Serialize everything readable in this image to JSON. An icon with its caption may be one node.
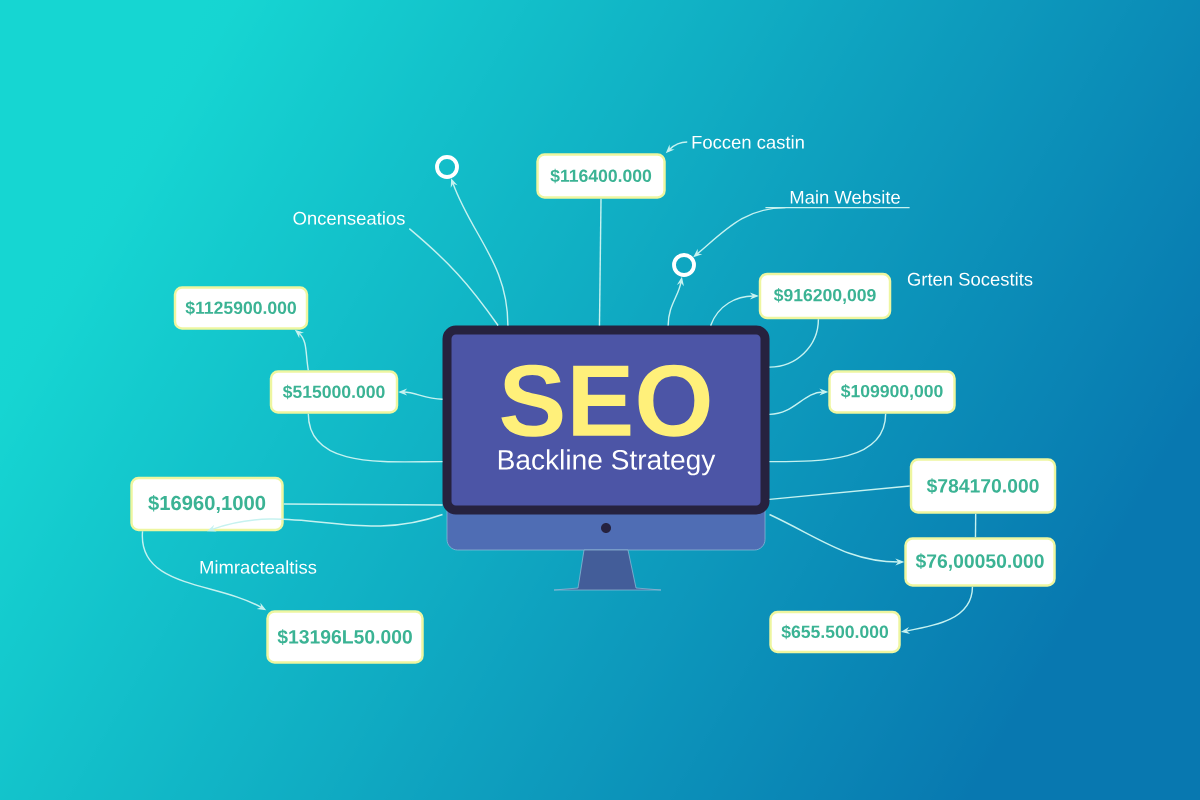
{
  "diagram": {
    "nodes": [
      {
        "text": [
          "SEO",
          "Backline Strategy"
        ]
      },
      {
        "text": [],
        "shape": "circle"
      },
      {
        "text": [
          "$116400.000"
        ]
      },
      {
        "text": [
          "Foccen castin"
        ]
      },
      {
        "text": [
          "Oncenseatios"
        ]
      },
      {
        "text": [
          "Main Website"
        ]
      },
      {
        "text": [],
        "shape": "circle"
      },
      {
        "text": [
          "$916200,009"
        ]
      },
      {
        "text": [
          "$1125900.000"
        ]
      },
      {
        "text": [
          "$515000.000"
        ]
      },
      {
        "text": [
          "$109900,000"
        ]
      },
      {
        "text": [
          "$16960,1000"
        ]
      },
      {
        "text": [
          "$784170.000"
        ]
      },
      {
        "text": [
          "$76,00050.000"
        ]
      },
      {
        "text": [
          "$655.500.000"
        ]
      },
      {
        "text": [
          "$13196L50.000"
        ]
      }
    ],
    "edges": [
      {
        "from": 0,
        "to": 1,
        "arrow": "to"
      },
      {
        "from": 0,
        "to": 4,
        "arrow": "none"
      },
      {
        "from": 2,
        "to": 0,
        "arrow": "none"
      },
      {
        "from": 3,
        "to": 2,
        "arrow": "to"
      },
      {
        "from": 0,
        "to": 6,
        "arrow": "to"
      },
      {
        "from": 5,
        "to": 6,
        "arrow": "to"
      },
      {
        "from": 0,
        "to": 7,
        "arrow": "to"
      },
      {
        "from": 7,
        "to": 0,
        "arrow": "none"
      },
      {
        "from": 0,
        "to": 10,
        "arrow": "to"
      },
      {
        "from": 10,
        "to": 0,
        "arrow": "none"
      },
      {
        "from": 0,
        "to": 12,
        "arrow": "none"
      },
      {
        "from": 12,
        "to": 13,
        "arrow": "none"
      },
      {
        "from": 0,
        "to": 13,
        "arrow": "to"
      },
      {
        "from": 13,
        "to": 14,
        "arrow": "to"
      },
      {
        "from": 0,
        "to": 9,
        "arrow": "to"
      },
      {
        "from": 9,
        "to": 0,
        "arrow": "none"
      },
      {
        "from": 9,
        "to": 8,
        "arrow": "to"
      },
      {
        "from": 11,
        "to": 0,
        "arrow": "none"
      },
      {
        "from": 0,
        "to": 11,
        "arrow": "to"
      },
      {
        "from": 11,
        "to": 15,
        "arrow": "to"
      }
    ],
    "labels": [
      "Grten Socestits",
      "Mimractealtiss"
    ]
  }
}
